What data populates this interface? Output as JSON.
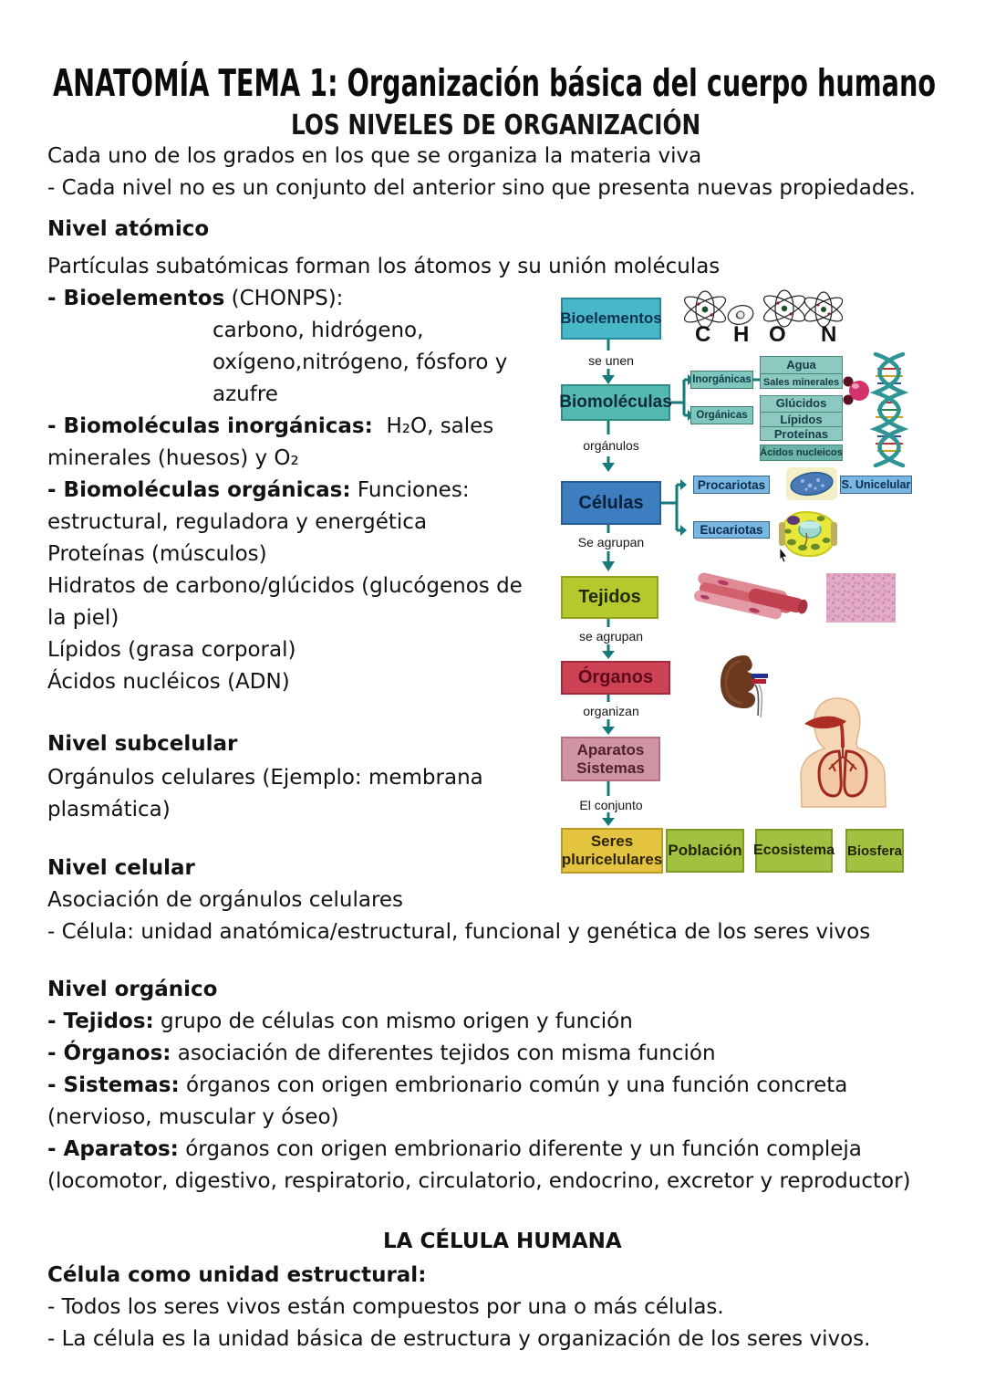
{
  "header": {
    "title": "ANATOMÍA TEMA 1: Organización básica del cuerpo humano",
    "subtitle": "LOS NIVELES DE ORGANIZACIÓN"
  },
  "notes": {
    "intro1": "Cada uno de los grados en los que se organiza la materia viva",
    "intro2": "- Cada nivel no es un conjunto del anterior sino que presenta nuevas propiedades.",
    "atomic": {
      "heading": "Nivel atómico",
      "line1": "Partículas subatómicas forman los átomos y su unión moléculas",
      "bio_b": "- Bioelementos",
      "bio_r": " (CHONPS):",
      "ind1": "carbono, hidrógeno,",
      "ind2": "oxígeno,nitrógeno, fósforo y",
      "ind3": "azufre",
      "inorg_b": "- Biomoléculas inorgánicas:",
      "inorg_r": "  H₂O, sales",
      "inorg_cont": "minerales (huesos) y O₂",
      "org_b": "- Biomoléculas orgánicas:",
      "org_r": " Funciones:",
      "org1": "estructural, reguladora y energética",
      "org2": "Proteínas (músculos)",
      "org3": "Hidratos de carbono/glúcidos (glucógenos de",
      "org4": "la piel)",
      "org5": "Lípidos (grasa corporal)",
      "org6": "Ácidos nucléicos (ADN)"
    },
    "subcellular": {
      "heading": "Nivel subcelular",
      "line1": "Orgánulos celulares (Ejemplo: membrana",
      "line2": "plasmática)"
    },
    "cellular": {
      "heading": "Nivel celular",
      "line1": "Asociación de orgánulos celulares",
      "line2": "- Célula: unidad anatómica/estructural, funcional y genética de los seres vivos"
    },
    "organic": {
      "heading": "Nivel orgánico",
      "tej_b": "- Tejidos:",
      "tej_r": " grupo de células con mismo origen y función",
      "org_b": "- Órganos:",
      "org_r": " asociación de diferentes tejidos con misma función",
      "sis_b": "- Sistemas:",
      "sis_r": " órganos con origen embrionario común y una función concreta",
      "sis_cont": "(nervioso, muscular y óseo)",
      "apa_b": "- Aparatos:",
      "apa_r": " órganos con origen embrionario diferente y un función compleja",
      "apa_cont": "(locomotor, digestivo, respiratorio, circulatorio, endocrino, excretor y reproductor)"
    },
    "cell_section": {
      "heading": "LA CÉLULA HUMANA",
      "sub": "Célula como unidad estructural:",
      "line1": "- Todos los seres vivos están compuestos por una o más células.",
      "line2": "- La célula es la unidad básica de estructura y organización de los seres vivos."
    }
  },
  "diagram": {
    "boxes": {
      "bioelementos": "Bioelementos",
      "biomoleculas": "Biomoléculas",
      "celulas": "Células",
      "tejidos": "Tejidos",
      "organos": "Órganos",
      "aparatos1": "Aparatos",
      "aparatos2": "Sistemas",
      "seres1": "Seres",
      "seres2": "pluricelulares",
      "poblacion": "Población",
      "ecosistema": "Ecosistema",
      "biosfera": "Biosfera"
    },
    "arrow_labels": {
      "a1": "se unen",
      "a2": "orgánulos",
      "a3": "Se agrupan",
      "a4": "se agrupan",
      "a5": "organizan",
      "a6": "El conjunto"
    },
    "branch": {
      "inorganicas": "Inorgánicas",
      "organicas": "Orgánicas",
      "agua": "Agua",
      "sales": "Sales minerales",
      "glucidos": "Glúcidos",
      "lipidos": "Lípidos",
      "proteinas": "Proteínas",
      "acidos": "Ácidos nucleicos",
      "procariotas": "Procariotas",
      "eucariotas": "Eucariotas",
      "unicelular": "S. Unicelular"
    },
    "chon": {
      "c": "C",
      "h": "H",
      "o": "O",
      "n": "N"
    },
    "colors": {
      "arrow": "#167a7a",
      "box_cyan": "#48b7c8",
      "box_teal": "#54bab0",
      "box_blue": "#3d7ec0",
      "box_lightblue": "#79b7e3",
      "box_green": "#b5c92e",
      "box_red": "#cd4254",
      "box_pink": "#d095a3",
      "box_yellow": "#e4c33f",
      "box_olive": "#a2c140",
      "box_smallteal": "#7fc6bd"
    }
  }
}
